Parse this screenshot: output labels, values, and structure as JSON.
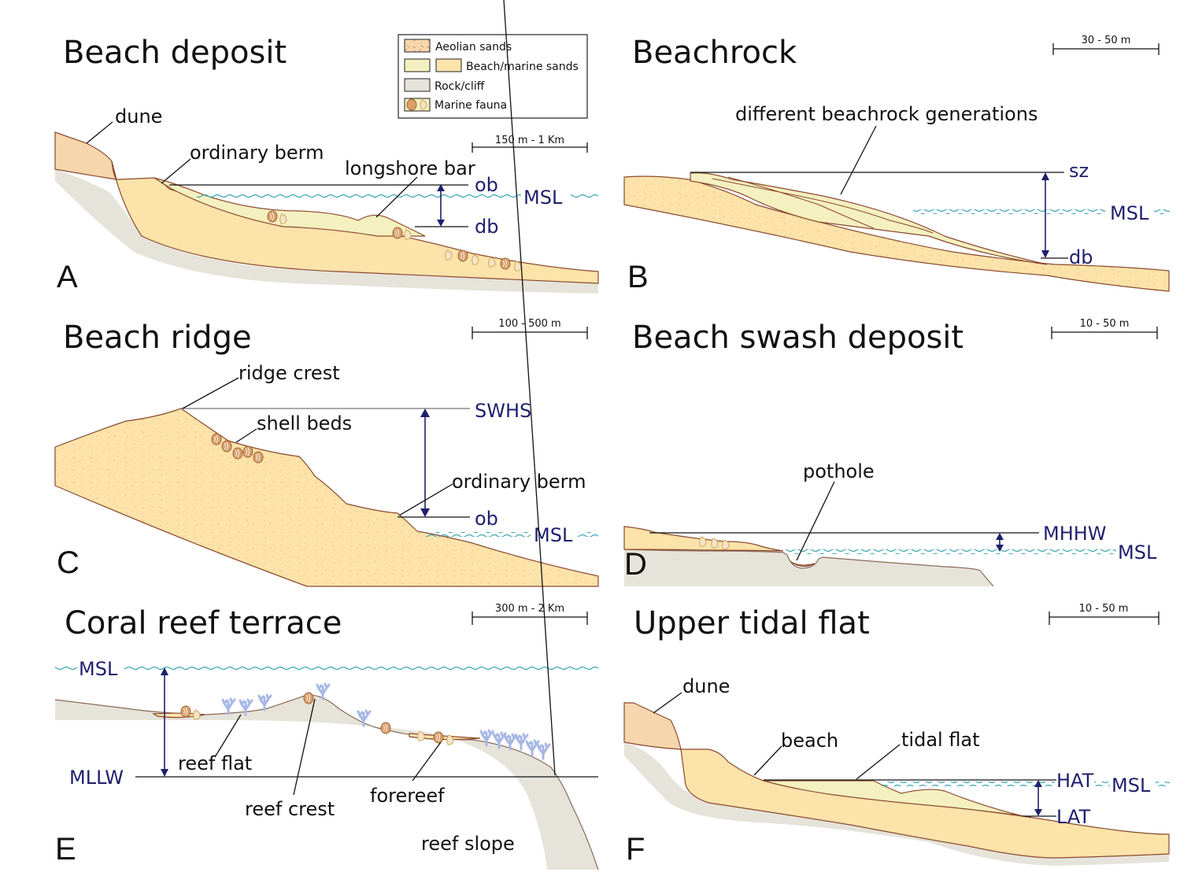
{
  "legend": {
    "items": [
      {
        "label": "Aeolian sands",
        "swatch": "aeolian",
        "color": "#f6d7ad"
      },
      {
        "label": "Beach/marine sands",
        "swatch": "beach-marine",
        "colors": [
          "#f5f0c0",
          "#fbe3aa"
        ]
      },
      {
        "label": "Rock/cliff",
        "swatch": "rock",
        "color": "#e6e3da"
      },
      {
        "label": "Marine fauna",
        "swatch": "fauna",
        "color": "#d9a06a"
      }
    ]
  },
  "colors": {
    "datum_text": "#1f1f6e",
    "sea_level_wave": "#3aa6b6",
    "outline": "#8b4a2f",
    "coral": "#a7b8e6"
  },
  "panels": [
    {
      "letter": "A",
      "title": "Beach deposit",
      "scale": "150 m - 1 Km",
      "labels": {
        "dune": "dune",
        "berm": "ordinary berm",
        "bar": "longshore bar"
      },
      "datums": {
        "upper": "ob",
        "msl": "MSL",
        "lower": "db"
      }
    },
    {
      "letter": "B",
      "title": "Beachrock",
      "scale": "30 - 50 m",
      "labels": {
        "generations": "different beachrock generations"
      },
      "datums": {
        "upper": "sz",
        "msl": "MSL",
        "lower": "db"
      }
    },
    {
      "letter": "C",
      "title": "Beach ridge",
      "scale": "100 - 500 m",
      "labels": {
        "crest": "ridge crest",
        "shells": "shell beds",
        "berm": "ordinary berm"
      },
      "datums": {
        "upper": "SWHS",
        "lower": "ob",
        "msl": "MSL"
      }
    },
    {
      "letter": "D",
      "title": "Beach swash deposit",
      "scale": "10 - 50 m",
      "labels": {
        "pothole": "pothole"
      },
      "datums": {
        "upper": "MHHW",
        "msl": "MSL"
      }
    },
    {
      "letter": "E",
      "title": "Coral reef terrace",
      "scale": "300 m - 2 Km",
      "labels": {
        "flat": "reef flat",
        "crest": "reef crest",
        "forereef": "forereef",
        "slope": "reef slope"
      },
      "datums": {
        "msl": "MSL",
        "lower": "MLLW"
      }
    },
    {
      "letter": "F",
      "title": "Upper tidal flat",
      "scale": "10 - 50 m",
      "labels": {
        "dune": "dune",
        "beach": "beach",
        "tidal": "tidal flat"
      },
      "datums": {
        "upper": "HAT",
        "msl": "MSL",
        "lower": "LAT"
      }
    }
  ]
}
